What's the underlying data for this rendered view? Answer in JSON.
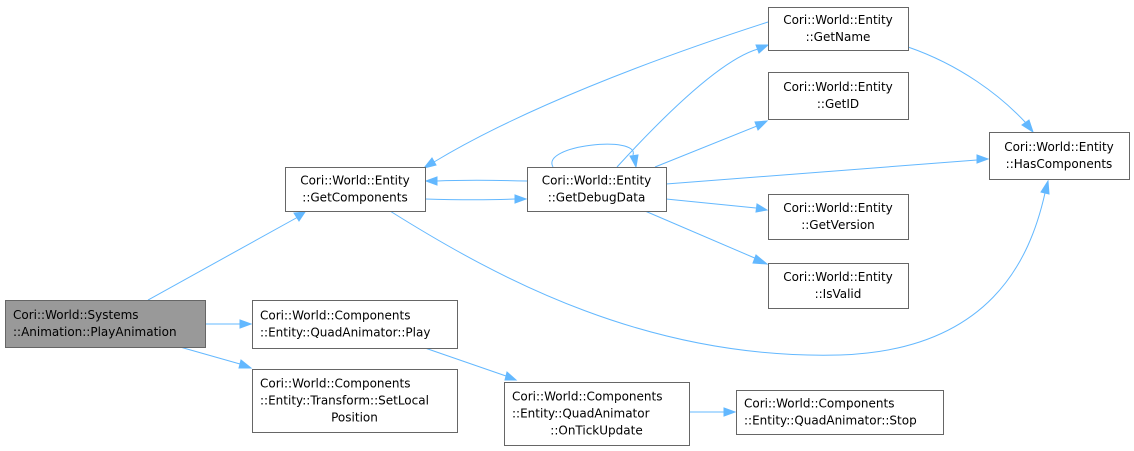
{
  "diagram": {
    "type": "call-graph",
    "edge_color": "#63b8ff",
    "node_border_color": "#666666",
    "root_fill_color": "#999999",
    "nodes": [
      {
        "id": "play_animation",
        "lines": [
          "Cori::World::Systems",
          "::Animation::PlayAnimation"
        ],
        "root": true,
        "align": "left"
      },
      {
        "id": "get_components",
        "lines": [
          "Cori::World::Entity",
          "::GetComponents"
        ],
        "align": "center"
      },
      {
        "id": "get_debug_data",
        "lines": [
          "Cori::World::Entity",
          "::GetDebugData"
        ],
        "align": "center"
      },
      {
        "id": "get_name",
        "lines": [
          "Cori::World::Entity",
          "::GetName"
        ],
        "align": "center"
      },
      {
        "id": "get_id",
        "lines": [
          "Cori::World::Entity",
          "::GetID"
        ],
        "align": "center"
      },
      {
        "id": "has_components",
        "lines": [
          "Cori::World::Entity",
          "::HasComponents"
        ],
        "align": "center"
      },
      {
        "id": "get_version",
        "lines": [
          "Cori::World::Entity",
          "::GetVersion"
        ],
        "align": "center"
      },
      {
        "id": "is_valid",
        "lines": [
          "Cori::World::Entity",
          "::IsValid"
        ],
        "align": "center"
      },
      {
        "id": "quad_play",
        "lines": [
          "Cori::World::Components",
          "::Entity::QuadAnimator::Play"
        ],
        "align": "left"
      },
      {
        "id": "set_local_position",
        "lines": [
          "Cori::World::Components",
          "::Entity::Transform::SetLocal",
          "Position"
        ],
        "align": "mixed"
      },
      {
        "id": "on_tick_update",
        "lines": [
          "Cori::World::Components",
          "::Entity::QuadAnimator",
          "::OnTickUpdate"
        ],
        "align": "mixed"
      },
      {
        "id": "quad_stop",
        "lines": [
          "Cori::World::Components",
          "::Entity::QuadAnimator::Stop"
        ],
        "align": "left"
      }
    ],
    "edges": [
      {
        "from": "play_animation",
        "to": "get_components"
      },
      {
        "from": "play_animation",
        "to": "quad_play"
      },
      {
        "from": "play_animation",
        "to": "set_local_position"
      },
      {
        "from": "get_components",
        "to": "get_debug_data"
      },
      {
        "from": "get_components",
        "to": "has_components"
      },
      {
        "from": "get_debug_data",
        "to": "get_components"
      },
      {
        "from": "get_debug_data",
        "to": "get_debug_data"
      },
      {
        "from": "get_debug_data",
        "to": "get_name"
      },
      {
        "from": "get_debug_data",
        "to": "get_id"
      },
      {
        "from": "get_debug_data",
        "to": "has_components"
      },
      {
        "from": "get_debug_data",
        "to": "get_version"
      },
      {
        "from": "get_debug_data",
        "to": "is_valid"
      },
      {
        "from": "get_name",
        "to": "get_components"
      },
      {
        "from": "get_name",
        "to": "has_components"
      },
      {
        "from": "quad_play",
        "to": "on_tick_update"
      },
      {
        "from": "on_tick_update",
        "to": "quad_stop"
      }
    ]
  }
}
